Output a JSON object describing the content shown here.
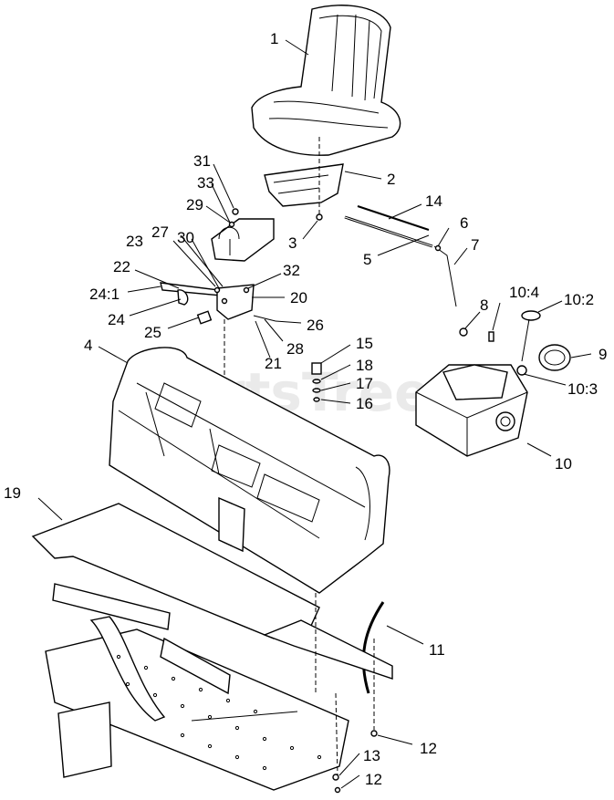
{
  "watermark": "PartsTree",
  "callouts": {
    "c1": "1",
    "c2": "2",
    "c3": "3",
    "c4": "4",
    "c5": "5",
    "c6": "6",
    "c7": "7",
    "c8": "8",
    "c9": "9",
    "c10": "10",
    "c10_2": "10:2",
    "c10_3": "10:3",
    "c10_4": "10:4",
    "c11": "11",
    "c12a": "12",
    "c12b": "12",
    "c13": "13",
    "c14": "14",
    "c15": "15",
    "c16": "16",
    "c17": "17",
    "c18": "18",
    "c19": "19",
    "c20": "20",
    "c21": "21",
    "c22": "22",
    "c23": "23",
    "c24": "24",
    "c24_1": "24:1",
    "c25": "25",
    "c26": "26",
    "c27": "27",
    "c28": "28",
    "c29": "29",
    "c30": "30",
    "c31": "31",
    "c32": "32",
    "c33": "33"
  }
}
